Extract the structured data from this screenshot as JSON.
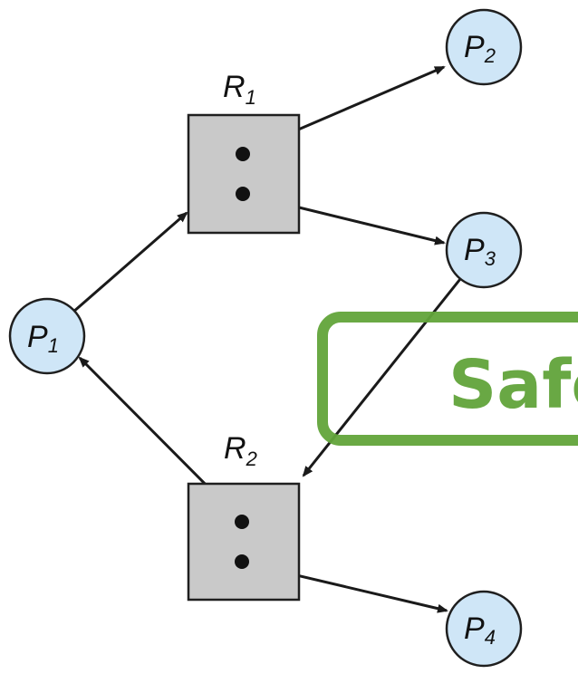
{
  "diagram": {
    "processes": [
      {
        "id": "P1",
        "letter": "P",
        "sub": "1"
      },
      {
        "id": "P2",
        "letter": "P",
        "sub": "2"
      },
      {
        "id": "P3",
        "letter": "P",
        "sub": "3"
      },
      {
        "id": "P4",
        "letter": "P",
        "sub": "4"
      }
    ],
    "resources": [
      {
        "id": "R1",
        "letter": "R",
        "sub": "1",
        "instances": 2
      },
      {
        "id": "R2",
        "letter": "R",
        "sub": "2",
        "instances": 2
      }
    ],
    "edges": [
      {
        "from": "P1",
        "to": "R1",
        "type": "request"
      },
      {
        "from": "R1",
        "to": "P2",
        "type": "assignment"
      },
      {
        "from": "R1",
        "to": "P3",
        "type": "assignment"
      },
      {
        "from": "P3",
        "to": "R2",
        "type": "request"
      },
      {
        "from": "R2",
        "to": "P1",
        "type": "assignment"
      },
      {
        "from": "R2",
        "to": "P4",
        "type": "assignment"
      }
    ],
    "stamp": {
      "text": "Safe",
      "color": "#62a43a"
    },
    "colors": {
      "process_fill": "#cfe6f7",
      "resource_fill": "#c9c9c9",
      "stroke": "#1f1f1f"
    }
  }
}
